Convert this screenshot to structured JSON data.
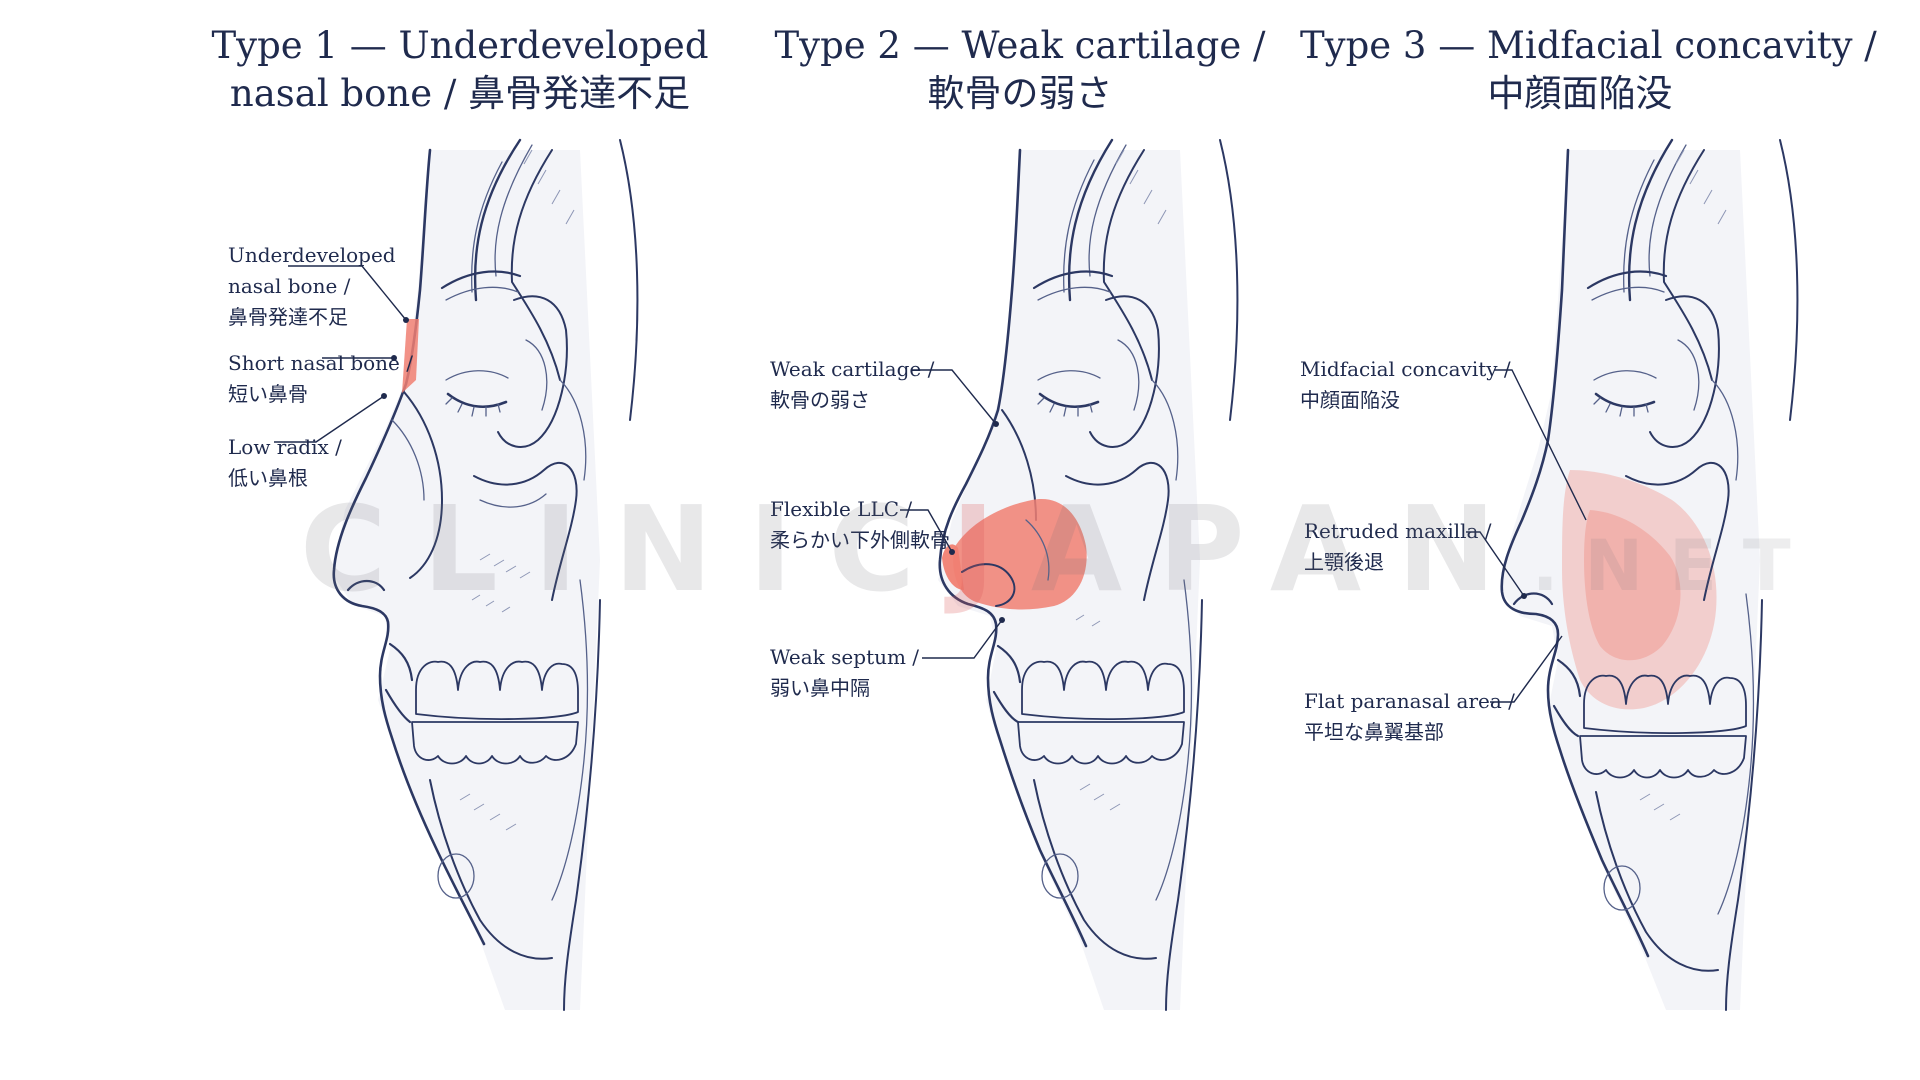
{
  "panels": [
    {
      "id": "type-1",
      "title_en": "Type 1 — Underdeveloped",
      "title_jp": "nasal bone / 鼻骨発達不足",
      "labels": [
        {
          "name": "underdeveloped-nasal-bone",
          "lines": [
            "Underdeveloped",
            "nasal bone /",
            "鼻骨発達不足"
          ]
        },
        {
          "name": "short-nasal-bone",
          "lines": [
            "Short nasal bone /",
            "短い鼻骨"
          ]
        },
        {
          "name": "low-radix",
          "lines": [
            "Low radix /",
            "低い鼻根"
          ]
        }
      ]
    },
    {
      "id": "type-2",
      "title_en": "Type 2 — Weak cartilage /",
      "title_jp": "軟骨の弱さ",
      "labels": [
        {
          "name": "weak-cartilage",
          "lines": [
            "Weak cartilage /",
            "軟骨の弱さ"
          ]
        },
        {
          "name": "flexible-llc",
          "lines": [
            "Flexible LLC /",
            "柔らかい下外側軟骨"
          ]
        },
        {
          "name": "weak-septum",
          "lines": [
            "Weak septum /",
            "弱い鼻中隔"
          ]
        }
      ]
    },
    {
      "id": "type-3",
      "title_en": "Type 3 — Midfacial concavity /",
      "title_jp": "中顔面陥没",
      "labels": [
        {
          "name": "midfacial-concavity",
          "lines": [
            "Midfacial concavity /",
            "中顔面陥没"
          ]
        },
        {
          "name": "retruded-maxilla",
          "lines": [
            "Retruded maxilla /",
            "上顎後退"
          ]
        },
        {
          "name": "flat-paranasal-area",
          "lines": [
            "Flat paranasal area /",
            "平坦な鼻翼基部"
          ]
        }
      ]
    }
  ],
  "watermark": {
    "main_a": "CLINIC",
    "accent": "J",
    "main_b": "APAN",
    "suffix": ".NET"
  },
  "colors": {
    "ink": "#2c3863",
    "highlight": "#f07f72",
    "text": "#1f2a4d"
  }
}
